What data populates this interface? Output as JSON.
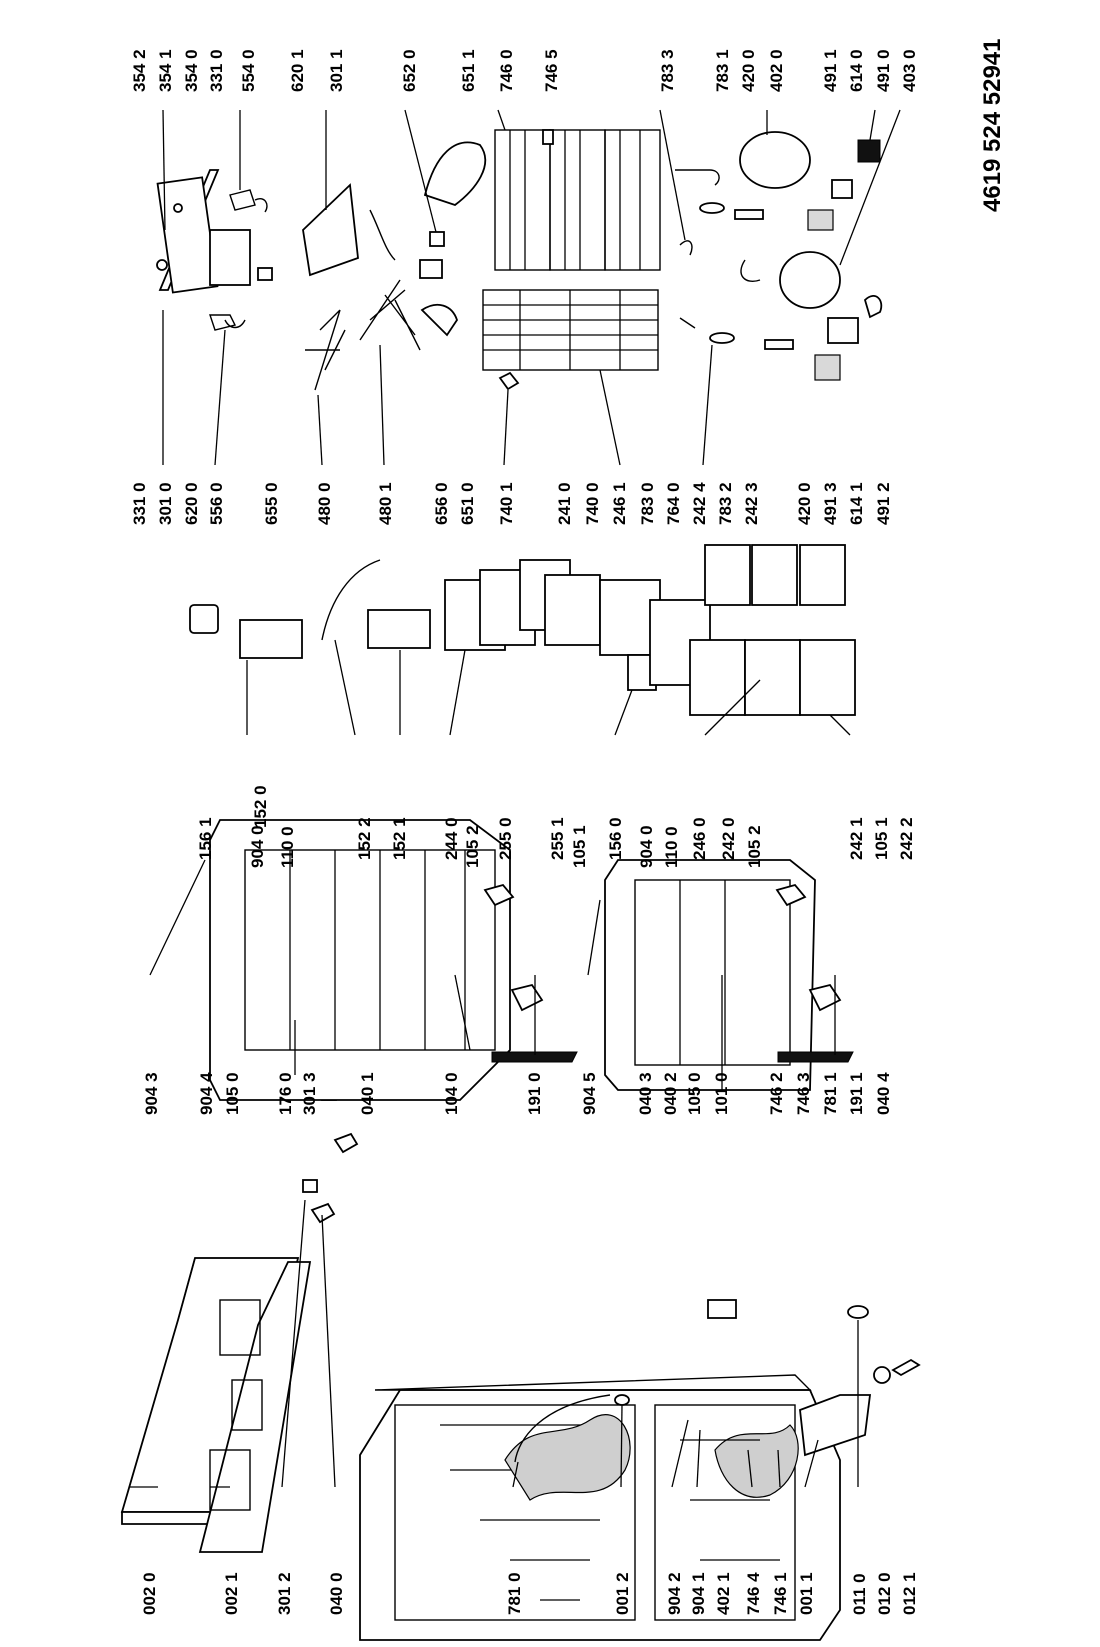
{
  "document_ref": "4619 524 52941",
  "callouts": {
    "cabinet_column": [
      "002 0",
      "002 1",
      "301 2",
      "040 0",
      "781 0",
      "001 2",
      "904 2",
      "904 1",
      "402 1",
      "746 4",
      "746 1",
      "001 1",
      "011 0",
      "012 0",
      "012 1"
    ],
    "door_column": [
      "904 3",
      "904 4",
      "105 0",
      "176 0",
      "301 3",
      "040 1",
      "104 0",
      "191 0",
      "904 5",
      "040 3",
      "040 2",
      "105 0",
      "101 0",
      "746 2",
      "746 3",
      "781 1",
      "191 1",
      "040 4"
    ],
    "accessory_column": [
      "904 0",
      "110 0",
      "105 2",
      "105 1",
      "156 1",
      "152 0",
      "152 2",
      "152 1",
      "244 0",
      "255 0",
      "255 1",
      "156 0",
      "904 0",
      "110 0",
      "246 0",
      "242 0",
      "105 2",
      "242 1",
      "105 1",
      "242 2"
    ],
    "system_column": [
      "331 0",
      "301 0",
      "620 0",
      "556 0",
      "655 0",
      "480 0",
      "480 1",
      "656 0",
      "651 0",
      "740 1",
      "241 0",
      "740 0",
      "246 1",
      "783 0",
      "764 0",
      "242 4",
      "783 2",
      "242 3",
      "420 0",
      "491 3",
      "614 1",
      "491 2"
    ],
    "top_edge": [
      "354 2",
      "354 1",
      "354 0",
      "331 0",
      "554 0",
      "620 1",
      "301 1",
      "652 0",
      "651 1",
      "746 0",
      "746 5",
      "783 3",
      "783 1",
      "420 0",
      "402 0",
      "491 1",
      "614 0",
      "491 0",
      "403 0"
    ]
  }
}
